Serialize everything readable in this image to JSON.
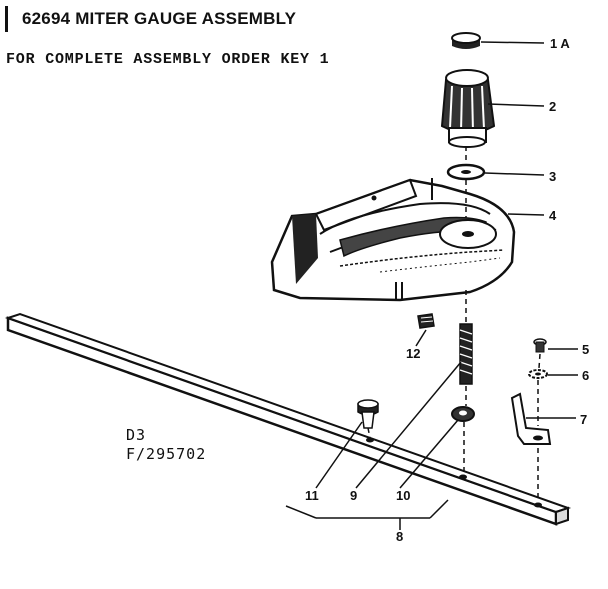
{
  "title": "62694 MITER GAUGE ASSEMBLY",
  "subtitle": "FOR COMPLETE ASSEMBLY ORDER KEY 1",
  "figure_code": "D3",
  "figure_number": "F/295702",
  "callouts": {
    "knob_cap": "1 A",
    "knob": "2",
    "washer": "3",
    "miter_body": "4",
    "screw": "5",
    "lockwasher": "6",
    "clip": "7",
    "bar_assembly": "8",
    "threaded_stud": "9",
    "flat_washer": "10",
    "stop_pin": "11",
    "set_screw": "12"
  }
}
